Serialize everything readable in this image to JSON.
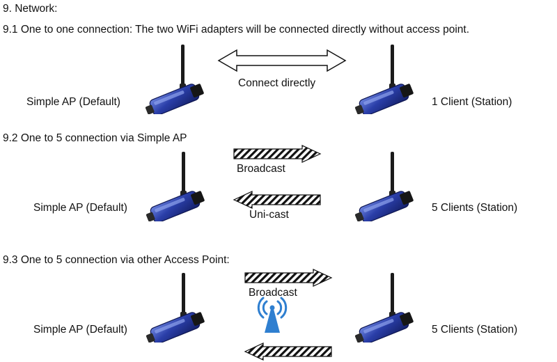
{
  "doc": {
    "heading": "9. Network:",
    "sections": [
      {
        "title": "9.1 One to one connection: The two WiFi adapters will be connected directly without access point.",
        "left_label": "Simple AP (Default)",
        "right_label": "1 Client (Station)",
        "arrow_label": "Connect directly"
      },
      {
        "title": "9.2 One to 5 connection via Simple AP",
        "left_label": "Simple AP (Default)",
        "right_label": "5 Clients (Station)",
        "top_arrow_label": "Broadcast",
        "bottom_arrow_label": "Uni-cast"
      },
      {
        "title": "9.3 One to 5 connection via other Access Point:",
        "left_label": "Simple AP (Default)",
        "right_label": "5 Clients (Station)",
        "top_arrow_label": "Broadcast"
      }
    ]
  },
  "colors": {
    "adapter_body": "#1f2f8c",
    "adapter_highlight": "#5f78d8",
    "antenna": "#1a1a1a",
    "ap_blue": "#2f7fd0"
  },
  "icons": {
    "adapter": "usb-wifi-adapter-icon",
    "access_point": "wireless-access-point-icon"
  }
}
